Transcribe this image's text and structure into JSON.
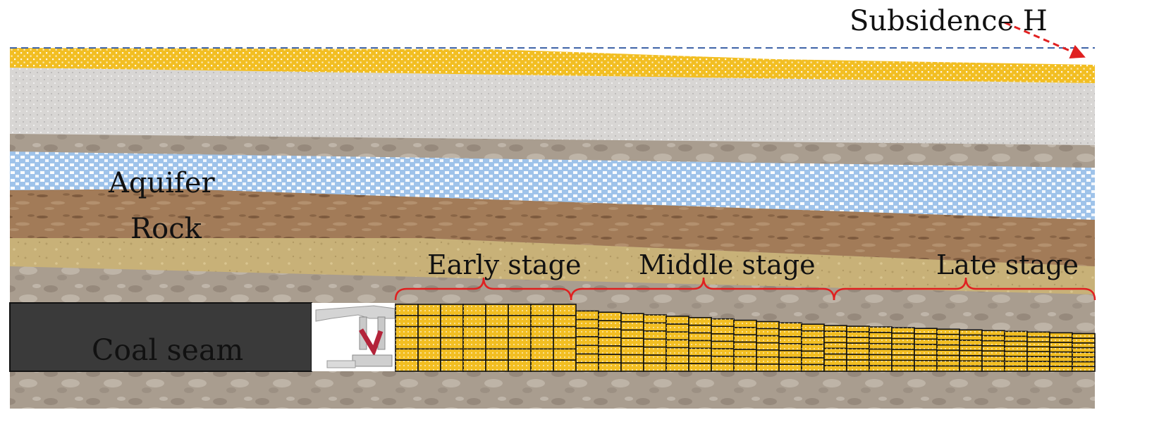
{
  "labels": {
    "subsidence": "Subsidence H",
    "aquifer": "Aquifer",
    "rock": "Rock",
    "coal_seam": "Coal seam",
    "stages": {
      "early": "Early stage",
      "middle": "Middle stage",
      "late": "Late stage"
    }
  },
  "colors": {
    "surface_sand": "#f2be22",
    "gray_stratum": "#d8d6d4",
    "mottled_rock": "#a99d8f",
    "aquifer": "#9fc3ea",
    "brown_rock": "#a27b58",
    "khaki_rock": "#c8b178",
    "coal_seam": "#3a3a3a",
    "backfill_block": "#f2be22",
    "bracket": "#e02020",
    "subsidence_arrow": "#e02020",
    "reference_line": "#3f64a8"
  }
}
